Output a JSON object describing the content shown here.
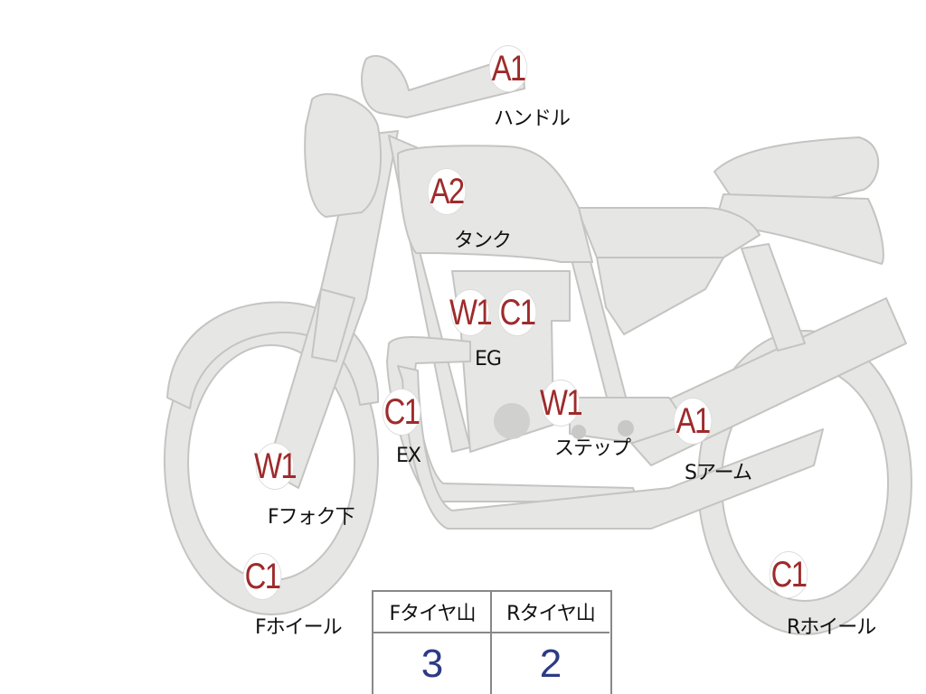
{
  "colors": {
    "body": "#e6e6e4",
    "outline": "#c4c4c2",
    "marker_red": "#9e2b2b",
    "table_value": "#2b3b86"
  },
  "markers": [
    {
      "code": "A1",
      "label": "ハンドル"
    },
    {
      "code": "A2",
      "label": "タンク"
    },
    {
      "code": "W1",
      "label": ""
    },
    {
      "code": "C1",
      "label": "EG"
    },
    {
      "code": "C1",
      "label": "EX"
    },
    {
      "code": "W1",
      "label": "ステップ"
    },
    {
      "code": "A1",
      "label": "Sアーム"
    },
    {
      "code": "W1",
      "label": "Fフォク下"
    },
    {
      "code": "C1",
      "label": "Fホイール"
    },
    {
      "code": "C1",
      "label": "Rホイール"
    }
  ],
  "table": {
    "headers": [
      "Fタイヤ山",
      "Rタイヤ山"
    ],
    "values": [
      "3",
      "2"
    ]
  }
}
